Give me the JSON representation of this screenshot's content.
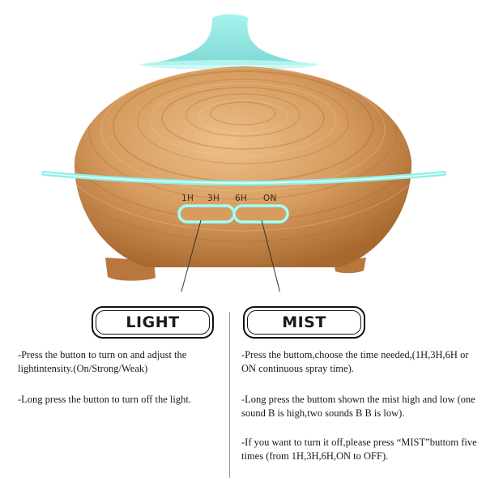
{
  "product": {
    "timer_labels": [
      "1H",
      "3H",
      "6H",
      "ON"
    ],
    "colors": {
      "wood_light": "#e0ad72",
      "wood_mid": "#c98a4c",
      "wood_dark": "#9c5d2c",
      "led_glow": "#9cf2ea",
      "nozzle": "#8ee3dd"
    }
  },
  "light": {
    "label": "LIGHT",
    "descriptions": [
      "-Press the button to turn on and adjust the lightintensity.(On/Strong/Weak)",
      "-Long press the button to turn off the light."
    ]
  },
  "mist": {
    "label": "MIST",
    "descriptions": [
      "-Press the buttom,choose the time needed,(1H,3H,6H or ON continuous spray time).",
      "-Long press the buttom shown the mist high and low (one sound B is high,two sounds B B is low).",
      "-If you want to turn it off,please press “MIST”buttom five times (from 1H,3H,6H,ON to OFF)."
    ]
  }
}
